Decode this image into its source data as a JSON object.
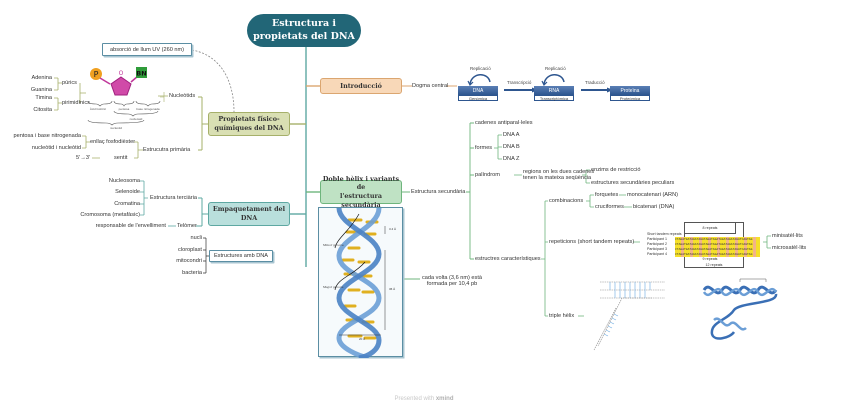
{
  "root": {
    "title_line1": "Estructura i",
    "title_line2": "propietats del DNA"
  },
  "branches": {
    "intro": {
      "label": "Introducció",
      "dogma": {
        "label": "Dogma central",
        "steps": [
          {
            "name": "DNA",
            "sub": "Genòmica",
            "loop_label": "Replicació"
          },
          {
            "name": "RNA",
            "sub": "Transcriptòmica",
            "loop_label": "Replicació"
          },
          {
            "name": "Proteïna",
            "sub": "Proteòmica"
          }
        ],
        "arrows": [
          "Transcripció",
          "Traducció"
        ]
      }
    },
    "prop": {
      "label_line1": "Propietats físico-",
      "label_line2": "químiques del DNA",
      "uv_box": "absorció de llum UV (260 nm)",
      "nucleotids": {
        "label": "Nucleòtids",
        "purics": {
          "label": "púrics",
          "items": [
            "Adenina",
            "Guanina"
          ]
        },
        "pirimidinics": {
          "label": "pirimidínics",
          "items": [
            "Timina",
            "Citosita"
          ]
        },
        "diagram": {
          "P": "P",
          "BN": "BN",
          "O": "O",
          "labels": [
            "Àcid fosfòric",
            "pentosa",
            "base nitrogenada",
            "nucleòsid",
            "nucleòtid"
          ]
        }
      },
      "primaria": {
        "label": "Estrucutra primària",
        "enllac": {
          "label": "enllaç fosfodièster",
          "items": [
            "pentosa i base nitrogenada",
            "nucleòtid i nucleòtid"
          ]
        },
        "sentit": {
          "label": "sentit",
          "value": "5'→3'"
        }
      }
    },
    "emp": {
      "label_line1": "Empaquetament del",
      "label_line2": "DNA",
      "terciaria": {
        "label": "Estructura terciària",
        "items": [
          "Nucleosoma",
          "Selenoide",
          "Cromatina",
          "Cromosoma (metafàsic)"
        ]
      },
      "telomer": {
        "label": "Telòmer",
        "detail": "responsable de l'envelliment"
      },
      "estructures_box": "Estructures amb DNA",
      "estructures": [
        "nucli",
        "cloroplast",
        "mitocondri",
        "bacteria"
      ]
    },
    "doble": {
      "label_line1": "Doble hèlix i variants de",
      "label_line2": "l'estructura secundària",
      "helix_note_line1": "cada volta (3,6 nm) està",
      "helix_note_line2": "formada per 10,4 pb",
      "helix_labels": {
        "minor": "Minor groove",
        "major": "Major groove",
        "d1": "3.4 Å",
        "d2": "36 Å",
        "d3": "20 Å"
      },
      "secundaria": {
        "label": "Estructura secundària",
        "cadenes": "cadenes antiparal·leles",
        "formes": {
          "label": "formes",
          "items": [
            "DNA A",
            "DNA B",
            "DNA Z"
          ]
        },
        "palindrom": {
          "label": "palíndrom",
          "desc_line1": "regions on les dues cadenes",
          "desc_line2": "tenen la mateixa seqüència",
          "items": [
            "enzims de restricció",
            "estructures secundàries peculiars"
          ]
        },
        "caracteristiques": {
          "label": "estructres característiques",
          "combinacions": {
            "label": "combinacions",
            "items": [
              {
                "label": "forquetes",
                "detail": "monocatenari (ARN)"
              },
              {
                "label": "cruciformes",
                "detail": "bicatenari (DNA)"
              }
            ]
          },
          "repeticions": {
            "label": "repeticions (short tandem repeats)",
            "items": [
              "minisatèl·lits",
              "microsatèl·lits"
            ],
            "figure": {
              "title": "Short tandem repeats",
              "rows": [
                "Participant 1",
                "Participant 2",
                "Participant 3",
                "Participant 4"
              ],
              "seq": "CTAGATGATAGATAGATAGATAGATAGATAGATAGATCAGTAG",
              "labels": [
                "8 repeats",
                "9 repeats",
                "12 repeats"
              ]
            }
          },
          "triple": "triple hèlix"
        }
      }
    }
  },
  "footer": {
    "prefix": "Presented with",
    "brand": "xmind"
  },
  "colors": {
    "root": "#226677",
    "intro": "#dba670",
    "prop": "#a6b06a",
    "doble": "#6fb57d",
    "emp": "#5ea8a2"
  }
}
